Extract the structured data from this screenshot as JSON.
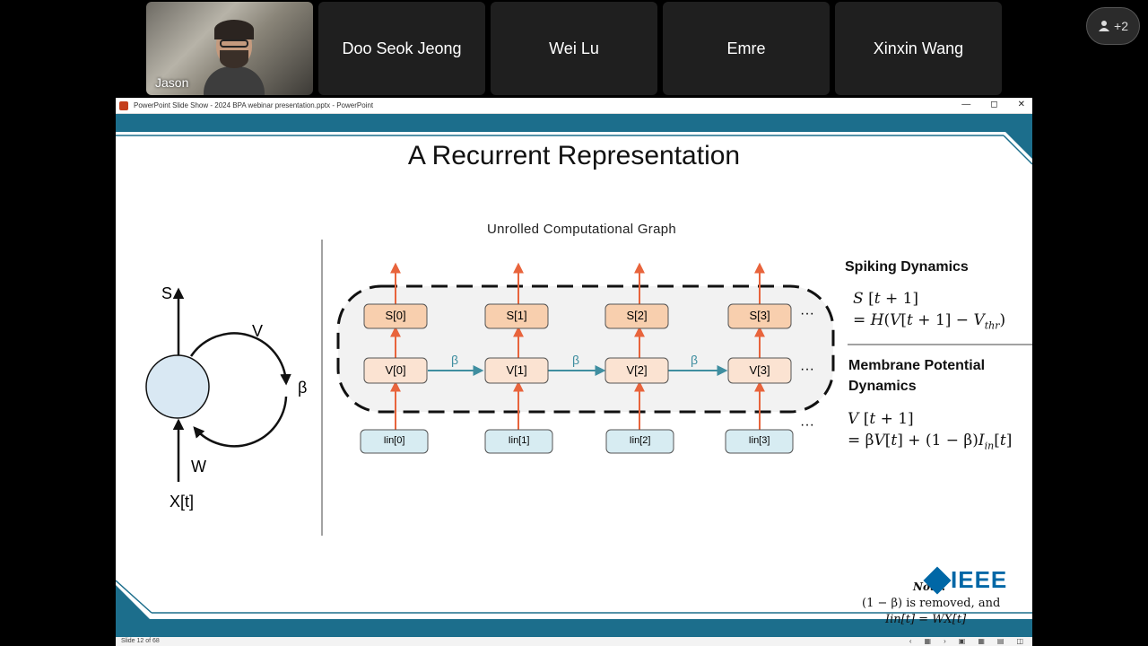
{
  "participants": {
    "video": {
      "name": "Jason"
    },
    "others": [
      "Doo Seok Jeong",
      "Wei Lu",
      "Emre",
      "Xinxin Wang"
    ],
    "extra_count": "+2"
  },
  "window": {
    "title": "PowerPoint Slide Show  -  2024 BPA webinar presentation.pptx - PowerPoint",
    "status": "Slide 12 of 68"
  },
  "slide": {
    "title": "A Recurrent Representation",
    "graph_title": "Unrolled Computational Graph",
    "neuron": {
      "S": "S",
      "V": "V",
      "beta": "β",
      "W": "W",
      "X": "X[t]"
    },
    "spike_nodes": [
      "S[0]",
      "S[1]",
      "S[2]",
      "S[3]"
    ],
    "membrane_nodes": [
      "V[0]",
      "V[1]",
      "V[2]",
      "V[3]"
    ],
    "input_nodes": [
      "Iin[0]",
      "Iin[1]",
      "Iin[2]",
      "Iin[3]"
    ],
    "edge_label": "β",
    "ellipsis": "···",
    "spiking_heading": "Spiking Dynamics",
    "membrane_heading_1": "Membrane Potential",
    "membrane_heading_2": "Dynamics",
    "note_label": "Note:",
    "note_line1": "(1 − β) is removed, and",
    "note_line2": "Iin[t] = WX[t]",
    "logo": "IEEE"
  },
  "colors": {
    "accent": "#1c6e8c",
    "spike_fill": "#f8cfae",
    "membrane_fill": "#fbe3d2",
    "input_fill": "#d7ecf2",
    "arrow_orange": "#e8643c",
    "beta_teal": "#3f8ea0"
  }
}
